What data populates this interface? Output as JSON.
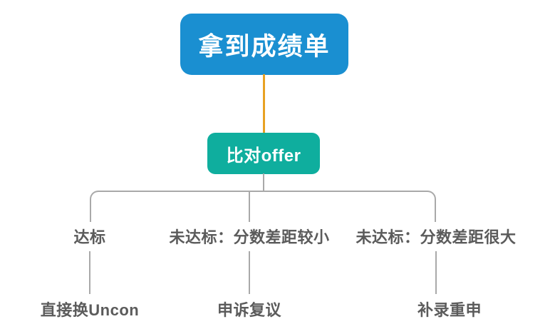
{
  "diagram": {
    "type": "flowchart",
    "orientation": "top-down",
    "background_color": "#ffffff",
    "nodes": {
      "root": {
        "label": "拿到成绩单",
        "fill_color": "#1a8fd1",
        "text_color": "#ffffff"
      },
      "compare": {
        "label": "比对offer",
        "fill_color": "#0fae9e",
        "text_color": "#ffffff"
      }
    },
    "connectors": {
      "root_to_compare_color": "#e8a122",
      "branch_color": "#a9a9a9"
    },
    "branches": [
      {
        "condition": "达标",
        "action": "直接换Uncon"
      },
      {
        "condition": "未达标：分数差距较小",
        "action": "申诉复议"
      },
      {
        "condition": "未达标：分数差距很大",
        "action": "补录重申"
      }
    ],
    "label_text_color": "#5b5b5b"
  }
}
